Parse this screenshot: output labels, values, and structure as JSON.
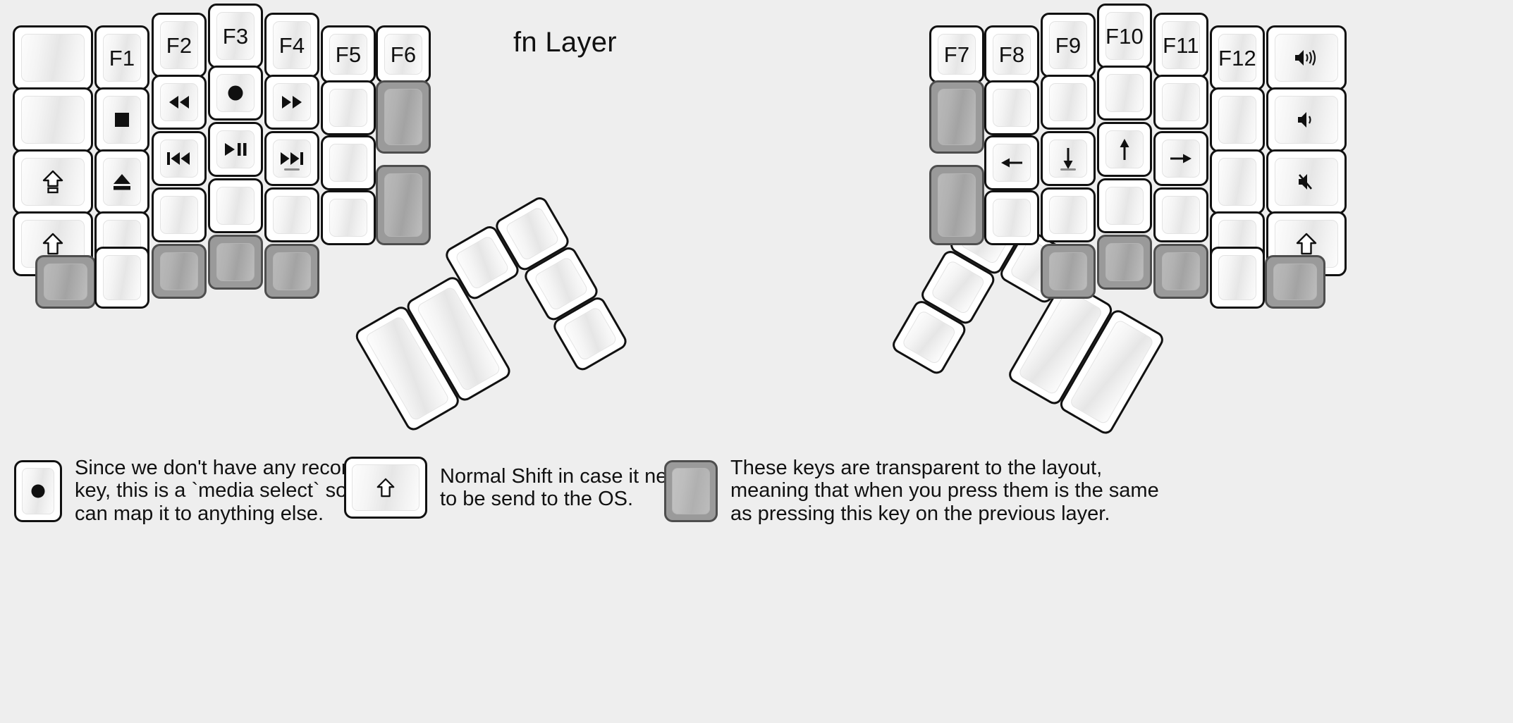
{
  "title": "fn Layer",
  "colors": {
    "background": "#eeeeee",
    "key_face": "#ffffff",
    "key_border": "#111111",
    "transparent_key": "#9a9a9a",
    "transparent_key_border": "#4e4e4e",
    "glyph": "#101010"
  },
  "left_half": {
    "columns": [
      {
        "name": "pinky-outer",
        "keys": [
          {
            "label": "",
            "icon": "",
            "type": "normal"
          },
          {
            "label": "",
            "icon": "",
            "type": "normal"
          },
          {
            "label": "",
            "icon": "caps-lock-icon",
            "type": "normal"
          },
          {
            "label": "",
            "icon": "shift-icon",
            "type": "normal"
          },
          {
            "label": "",
            "icon": "",
            "type": "transparent"
          }
        ]
      },
      {
        "name": "pinky",
        "keys": [
          {
            "label": "F1",
            "icon": "",
            "type": "normal"
          },
          {
            "label": "",
            "icon": "media-stop-icon",
            "type": "normal"
          },
          {
            "label": "",
            "icon": "media-eject-icon",
            "type": "normal"
          },
          {
            "label": "",
            "icon": "",
            "type": "normal"
          },
          {
            "label": "",
            "icon": "",
            "type": "normal"
          }
        ]
      },
      {
        "name": "ring",
        "keys": [
          {
            "label": "F2",
            "icon": "",
            "type": "normal"
          },
          {
            "label": "",
            "icon": "media-rewind-icon",
            "type": "normal"
          },
          {
            "label": "",
            "icon": "media-previous-icon",
            "type": "normal"
          },
          {
            "label": "",
            "icon": "",
            "type": "normal"
          },
          {
            "label": "",
            "icon": "",
            "type": "transparent"
          }
        ]
      },
      {
        "name": "middle",
        "keys": [
          {
            "label": "F3",
            "icon": "",
            "type": "normal"
          },
          {
            "label": "",
            "icon": "media-record-icon",
            "type": "normal"
          },
          {
            "label": "",
            "icon": "media-play-pause-icon",
            "type": "normal"
          },
          {
            "label": "",
            "icon": "",
            "type": "normal"
          },
          {
            "label": "",
            "icon": "",
            "type": "transparent"
          }
        ]
      },
      {
        "name": "index",
        "keys": [
          {
            "label": "F4",
            "icon": "",
            "type": "normal"
          },
          {
            "label": "",
            "icon": "media-fast-forward-icon",
            "type": "normal"
          },
          {
            "label": "",
            "icon": "media-next-icon",
            "type": "normal",
            "homing": true
          },
          {
            "label": "",
            "icon": "",
            "type": "normal"
          },
          {
            "label": "",
            "icon": "",
            "type": "transparent"
          }
        ]
      },
      {
        "name": "index-inner",
        "keys": [
          {
            "label": "F5",
            "icon": "",
            "type": "normal"
          },
          {
            "label": "",
            "icon": "",
            "type": "normal"
          },
          {
            "label": "",
            "icon": "",
            "type": "normal"
          },
          {
            "label": "",
            "icon": "",
            "type": "normal"
          }
        ]
      },
      {
        "name": "inner",
        "keys": [
          {
            "label": "F6",
            "icon": "",
            "type": "normal"
          },
          {
            "label": "",
            "icon": "",
            "type": "transparent",
            "tall": true
          },
          {
            "label": "",
            "icon": "",
            "type": "transparent",
            "tall": true
          }
        ]
      }
    ],
    "thumb_cluster": [
      {
        "label": "",
        "icon": "",
        "type": "normal",
        "size": "2u"
      },
      {
        "label": "",
        "icon": "",
        "type": "normal",
        "size": "2u"
      },
      {
        "label": "",
        "icon": "",
        "type": "normal",
        "size": "1u"
      },
      {
        "label": "",
        "icon": "",
        "type": "normal",
        "size": "1u"
      },
      {
        "label": "",
        "icon": "",
        "type": "normal",
        "size": "1u"
      },
      {
        "label": "",
        "icon": "",
        "type": "normal",
        "size": "1u"
      }
    ]
  },
  "right_half": {
    "columns": [
      {
        "name": "index-inner",
        "keys": [
          {
            "label": "F7",
            "icon": "",
            "type": "normal"
          },
          {
            "label": "",
            "icon": "",
            "type": "transparent",
            "tall": true
          },
          {
            "label": "",
            "icon": "",
            "type": "transparent",
            "tall": true
          }
        ]
      },
      {
        "name": "index",
        "keys": [
          {
            "label": "F8",
            "icon": "",
            "type": "normal"
          },
          {
            "label": "",
            "icon": "",
            "type": "normal"
          },
          {
            "label": "",
            "icon": "arrow-left-icon",
            "type": "normal"
          },
          {
            "label": "",
            "icon": "",
            "type": "normal"
          }
        ]
      },
      {
        "name": "middle",
        "keys": [
          {
            "label": "F9",
            "icon": "",
            "type": "normal"
          },
          {
            "label": "",
            "icon": "",
            "type": "normal"
          },
          {
            "label": "",
            "icon": "arrow-down-icon",
            "type": "normal",
            "homing": true
          },
          {
            "label": "",
            "icon": "",
            "type": "normal"
          },
          {
            "label": "",
            "icon": "",
            "type": "transparent"
          }
        ]
      },
      {
        "name": "ring",
        "keys": [
          {
            "label": "F10",
            "icon": "",
            "type": "normal"
          },
          {
            "label": "",
            "icon": "",
            "type": "normal"
          },
          {
            "label": "",
            "icon": "arrow-up-icon",
            "type": "normal"
          },
          {
            "label": "",
            "icon": "",
            "type": "normal"
          },
          {
            "label": "",
            "icon": "",
            "type": "transparent"
          }
        ]
      },
      {
        "name": "pinky",
        "keys": [
          {
            "label": "F11",
            "icon": "",
            "type": "normal"
          },
          {
            "label": "",
            "icon": "",
            "type": "normal"
          },
          {
            "label": "",
            "icon": "arrow-right-icon",
            "type": "normal"
          },
          {
            "label": "",
            "icon": "",
            "type": "normal"
          },
          {
            "label": "",
            "icon": "",
            "type": "transparent"
          }
        ]
      },
      {
        "name": "pinky-outer",
        "keys": [
          {
            "label": "F12",
            "icon": "",
            "type": "normal"
          },
          {
            "label": "",
            "icon": "",
            "type": "normal"
          },
          {
            "label": "",
            "icon": "",
            "type": "normal"
          },
          {
            "label": "",
            "icon": "",
            "type": "normal"
          },
          {
            "label": "",
            "icon": "",
            "type": "normal"
          }
        ]
      },
      {
        "name": "outer",
        "keys": [
          {
            "label": "",
            "icon": "volume-up-icon",
            "type": "normal"
          },
          {
            "label": "",
            "icon": "volume-down-icon",
            "type": "normal"
          },
          {
            "label": "",
            "icon": "volume-mute-icon",
            "type": "normal"
          },
          {
            "label": "",
            "icon": "shift-icon",
            "type": "normal"
          },
          {
            "label": "",
            "icon": "",
            "type": "transparent"
          }
        ]
      }
    ],
    "thumb_cluster": [
      {
        "label": "",
        "icon": "",
        "type": "normal",
        "size": "1u"
      },
      {
        "label": "",
        "icon": "",
        "type": "normal",
        "size": "1u"
      },
      {
        "label": "",
        "icon": "",
        "type": "normal",
        "size": "1u"
      },
      {
        "label": "",
        "icon": "",
        "type": "normal",
        "size": "1u"
      },
      {
        "label": "",
        "icon": "",
        "type": "normal",
        "size": "2u"
      },
      {
        "label": "",
        "icon": "",
        "type": "normal",
        "size": "2u"
      }
    ]
  },
  "legend": [
    {
      "key_icon": "media-record-icon",
      "key_type": "normal",
      "text": "Since we don't have any recording\nkey, this is a `media select` so user\ncan map it to anything else."
    },
    {
      "key_icon": "shift-icon",
      "key_type": "normal",
      "text": "Normal Shift in case it needs\nto be send to the OS."
    },
    {
      "key_icon": "",
      "key_type": "transparent",
      "text": "These keys are transparent to the layout,\nmeaning that when you press them is the same\nas pressing this key on the previous layer."
    }
  ]
}
